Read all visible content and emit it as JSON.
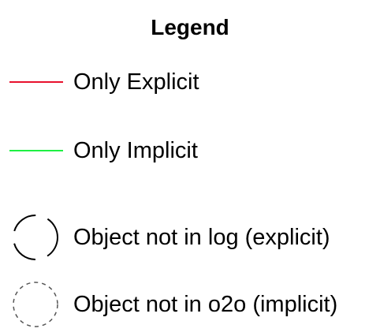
{
  "legend": {
    "title": "Legend",
    "items": [
      {
        "label": "Only Explicit",
        "symbol": "solid-line",
        "color": "#e8112d"
      },
      {
        "label": "Only Implicit",
        "symbol": "solid-line",
        "color": "#1ef043"
      },
      {
        "label": "Object not in log (explicit)",
        "symbol": "long-dashed-circle",
        "color": "#000000"
      },
      {
        "label": "Object not in o2o (implicit)",
        "symbol": "short-dashed-circle",
        "color": "#555555"
      }
    ]
  }
}
